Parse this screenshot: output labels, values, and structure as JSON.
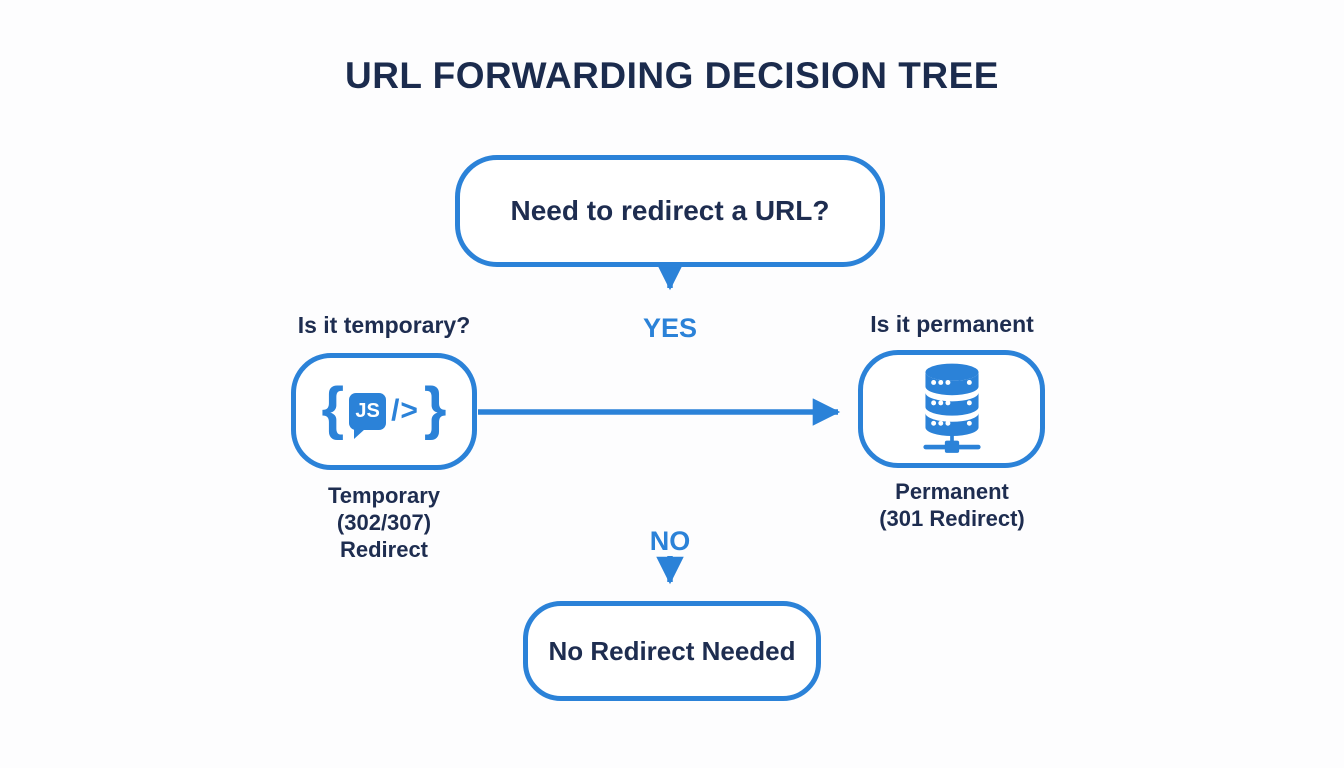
{
  "title": "URL FORWARDING DECISION TREE",
  "colors": {
    "accent_blue": "#2b82d8",
    "text_navy": "#1e2d50",
    "background": "#fdfdfe"
  },
  "nodes": {
    "root_question": "Need to redirect a URL?",
    "end_result": "No Redirect Needed"
  },
  "branches": {
    "yes_label": "YES",
    "no_label": "NO"
  },
  "left": {
    "question": "Is it temporary?",
    "caption_line1": "Temporary",
    "caption_line2": "(302/307)",
    "caption_line3": "Redirect",
    "icon": "code-js-icon"
  },
  "right": {
    "question": "Is it permanent",
    "caption_line1": "Permanent",
    "caption_line2": "(301 Redirect)",
    "icon": "database-icon"
  },
  "icon_glyphs": {
    "brace_open": "{",
    "js_badge": "JS",
    "code_slash": "/>",
    "brace_close": "}"
  }
}
